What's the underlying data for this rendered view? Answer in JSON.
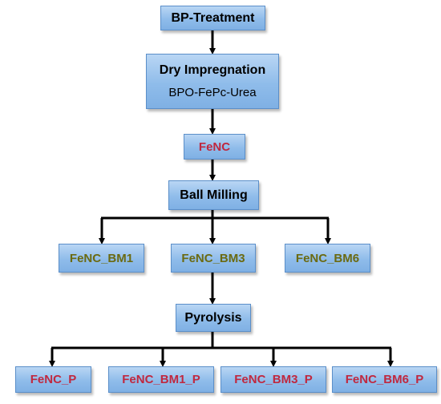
{
  "steps": {
    "bp_treatment": "BP-Treatment",
    "dry_impregnation": "Dry Impregnation",
    "dry_impregnation_sub": "BPO-FePc-Urea",
    "fenc": "FeNC",
    "ball_milling": "Ball Milling",
    "pyrolysis": "Pyrolysis"
  },
  "milled": [
    "FeNC_BM1",
    "FeNC_BM3",
    "FeNC_BM6"
  ],
  "pyrolyzed": [
    "FeNC_P",
    "FeNC_BM1_P",
    "FeNC_BM3_P",
    "FeNC_BM6_P"
  ],
  "colors": {
    "box_fill": "#8fbcea",
    "box_border": "#5b8fc9",
    "step_text": "#000000",
    "sample_text_red": "#c0283f",
    "sample_text_olive": "#6b6a12",
    "connector": "#000000"
  }
}
